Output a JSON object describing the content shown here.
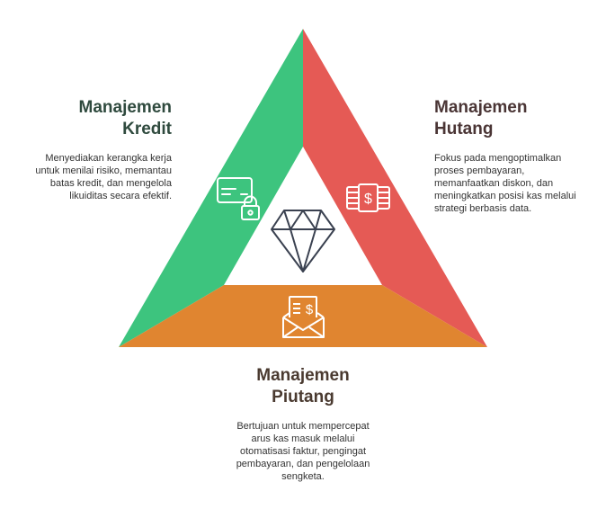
{
  "colors": {
    "kredit": "#3dc47e",
    "hutang": "#e55a55",
    "piutang": "#e08530",
    "icon": "#3a4150"
  },
  "kredit": {
    "title_1": "Manajemen",
    "title_2": "Kredit",
    "desc": "Menyediakan kerangka kerja untuk menilai risiko, memantau batas kredit, dan mengelola likuiditas secara efektif.",
    "icon": "credit-card-lock-icon"
  },
  "hutang": {
    "title_1": "Manajemen",
    "title_2": "Hutang",
    "desc": "Fokus pada mengoptimalkan proses pembayaran, memanfaatkan diskon, dan meningkatkan posisi kas melalui strategi berbasis data.",
    "icon": "money-stack-icon"
  },
  "piutang": {
    "title_1": "Manajemen",
    "title_2": "Piutang",
    "desc": "Bertujuan untuk mempercepat arus kas masuk melalui otomatisasi faktur, pengingat pembayaran, dan pengelolaan sengketa.",
    "icon": "invoice-envelope-icon"
  },
  "center": {
    "icon": "diamond-icon"
  }
}
